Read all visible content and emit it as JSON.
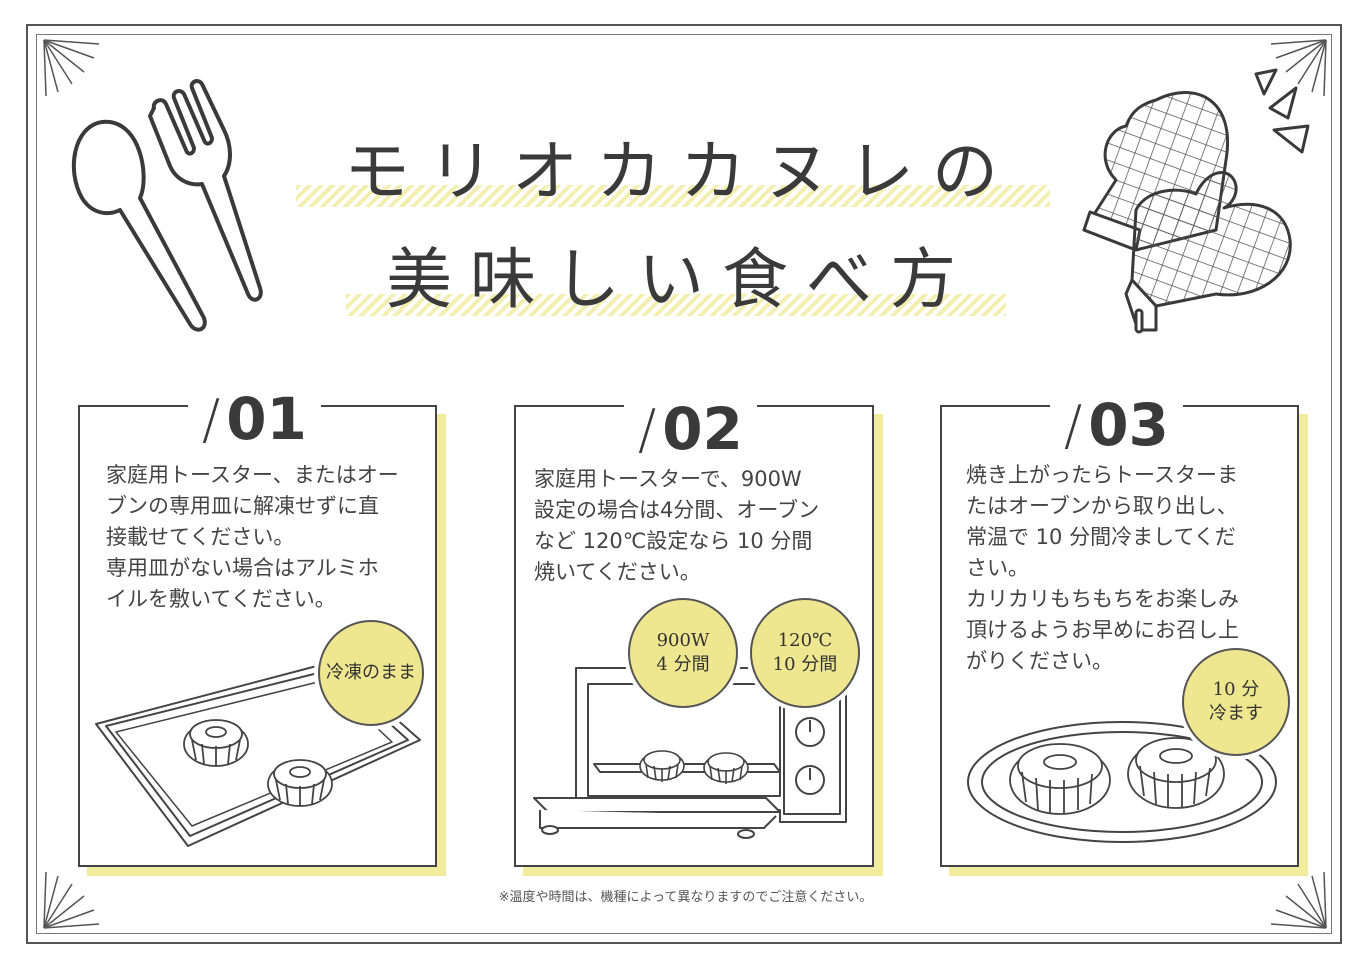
{
  "title": {
    "line1": "モリオカカヌレの",
    "line2": "美味しい食べ方"
  },
  "steps": [
    {
      "number": "01",
      "text": "家庭用トースター、またはオー\nブンの専用皿に解凍せずに直\n接載せてください。\n専用皿がない場合はアルミホ\nイルを敷いてください。",
      "badges": [
        "冷凍のまま"
      ]
    },
    {
      "number": "02",
      "text": "家庭用トースターで、900W\n設定の場合は4分間、オーブン\nなど 120℃設定なら 10 分間\n焼いてください。",
      "badges": [
        "900W\n4 分間",
        "120℃\n10 分間"
      ]
    },
    {
      "number": "03",
      "text": "焼き上がったらトースターま\nたはオーブンから取り出し、\n常温で 10 分間冷ましてくだ\nさい。\nカリカリもちもちをお楽しみ\n頂けるようお早めにお召し上\nがりください。",
      "badges": [
        "10 分\n冷ます"
      ]
    }
  ],
  "note": "※温度や時間は、機種によって異なりますのでご注意ください。",
  "colors": {
    "accent_yellow": "#efe790",
    "shadow_yellow": "#f1ec9e",
    "line": "#444444"
  },
  "icons": [
    "spoon-icon",
    "fork-icon",
    "oven-mitt-icon",
    "sparkle-icon",
    "corner-rays-icon",
    "baking-tray-illustration",
    "toaster-oven-illustration",
    "plate-illustration",
    "canele-illustration"
  ]
}
